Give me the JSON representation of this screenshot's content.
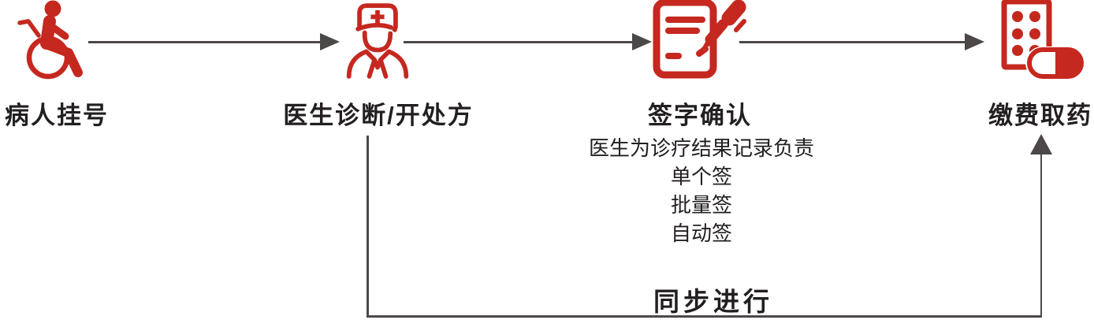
{
  "palette": {
    "red": "#c5281f",
    "line_gray": "#4d4848",
    "text_black": "#231f20",
    "background": "#ffffff"
  },
  "flow": {
    "steps": [
      {
        "label": "病人挂号",
        "icon": "wheelchair-patient-icon"
      },
      {
        "label": "医生诊断/开处方",
        "icon": "doctor-icon"
      },
      {
        "label": "签字确认",
        "icon": "document-pen-icon"
      },
      {
        "label": "缴费取药",
        "icon": "pill-pack-capsule-icon"
      }
    ],
    "signature_notes": [
      "医生为诊疗结果记录负责",
      "单个签",
      "批量签",
      "自动签"
    ],
    "sync_label": "同步进行"
  }
}
